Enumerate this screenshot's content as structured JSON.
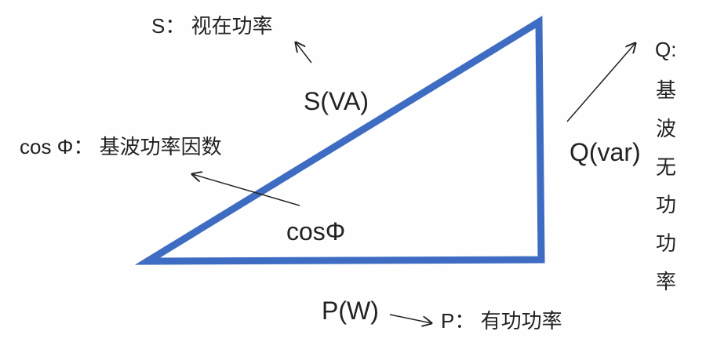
{
  "colors": {
    "triangle": "#3d6cc2",
    "text": "#222222",
    "arrow": "#222222"
  },
  "labels": {
    "s_side": "S(VA)",
    "q_side": "Q(var)",
    "p_side": "P(W)",
    "angle": "cosΦ"
  },
  "definitions": {
    "s": "S： 视在功率",
    "cos": "cos Φ： 基波功率因数",
    "p": "P： 有功功率",
    "q_prefix": "Q:",
    "q_chars": [
      "基",
      "波",
      "无",
      "功",
      "功",
      "率"
    ]
  }
}
